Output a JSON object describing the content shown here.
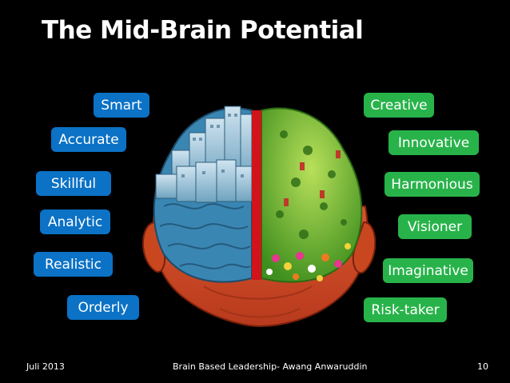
{
  "slide": {
    "title": "The Mid-Brain Potential",
    "left_traits": [
      "Smart",
      "Accurate",
      "Skillful",
      "Analytic",
      "Realistic",
      "Orderly"
    ],
    "right_traits": [
      "Creative",
      "Innovative",
      "Harmonious",
      "Visioner",
      "Imaginative",
      "Risk-taker"
    ],
    "footer": {
      "date": "Juli 2013",
      "center": "Brain Based Leadership- Awang Anwaruddin",
      "page": "10"
    }
  },
  "colors": {
    "background": "#000000",
    "left_tag": "#0b72c6",
    "right_tag": "#28b34a",
    "divider": "#d0141a"
  },
  "image": {
    "icon": "brain-illustration-icon"
  }
}
